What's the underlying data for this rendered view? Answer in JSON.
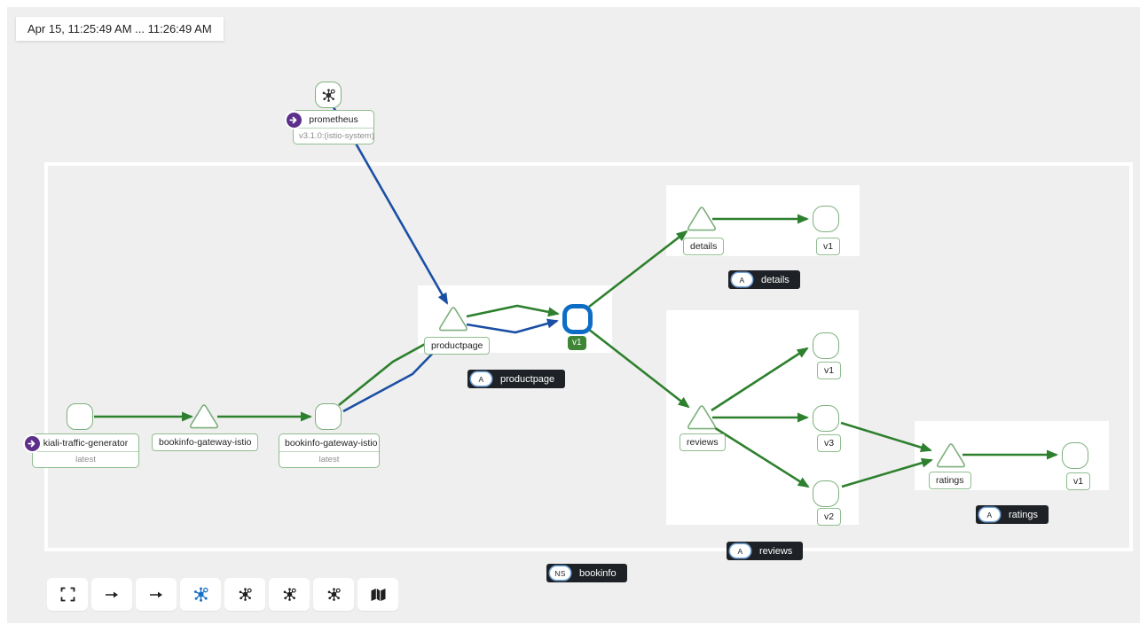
{
  "time_range_label": "Apr 15, 11:25:49 AM ... 11:26:49 AM",
  "namespace_badge": {
    "abbr": "NS",
    "label": "bookinfo"
  },
  "nodes": {
    "prometheus": {
      "name": "prometheus",
      "version": "v3.1.0:(istio-system)"
    },
    "kiali_traffic_generator": {
      "name": "kiali-traffic-generator",
      "version": "latest"
    },
    "gateway_service": {
      "name": "bookinfo-gateway-istio"
    },
    "gateway_workload": {
      "name": "bookinfo-gateway-istio",
      "version": "latest"
    },
    "productpage": {
      "name": "productpage",
      "version": "v1"
    },
    "details": {
      "name": "details",
      "version": "v1"
    },
    "reviews": {
      "name": "reviews",
      "version_v1": "v1",
      "version_v3": "v3",
      "version_v2": "v2"
    },
    "ratings": {
      "name": "ratings",
      "version": "v1"
    }
  },
  "app_badges": {
    "productpage": {
      "abbr": "A",
      "label": "productpage"
    },
    "details": {
      "abbr": "A",
      "label": "details"
    },
    "reviews": {
      "abbr": "A",
      "label": "reviews"
    },
    "ratings": {
      "abbr": "A",
      "label": "ratings"
    }
  },
  "selected_node": "productpage v1",
  "edges": [
    {
      "from": "kiali-traffic-generator",
      "to": "bookinfo-gateway-istio",
      "color": "green"
    },
    {
      "from": "bookinfo-gateway-istio",
      "to": "bookinfo-gateway-istio latest",
      "color": "green"
    },
    {
      "from": "bookinfo-gateway-istio latest",
      "to": "productpage",
      "color": "green"
    },
    {
      "from": "bookinfo-gateway-istio latest",
      "to": "productpage",
      "color": "blue"
    },
    {
      "from": "prometheus",
      "to": "productpage",
      "color": "blue"
    },
    {
      "from": "productpage",
      "to": "productpage v1",
      "color": "green"
    },
    {
      "from": "productpage",
      "to": "productpage v1",
      "color": "blue"
    },
    {
      "from": "productpage v1",
      "to": "details",
      "color": "green"
    },
    {
      "from": "productpage v1",
      "to": "reviews",
      "color": "green"
    },
    {
      "from": "details",
      "to": "details v1",
      "color": "green"
    },
    {
      "from": "reviews",
      "to": "reviews v1",
      "color": "green"
    },
    {
      "from": "reviews",
      "to": "reviews v3",
      "color": "green"
    },
    {
      "from": "reviews",
      "to": "reviews v2",
      "color": "green"
    },
    {
      "from": "reviews v3",
      "to": "ratings",
      "color": "green"
    },
    {
      "from": "reviews v2",
      "to": "ratings",
      "color": "green"
    },
    {
      "from": "ratings",
      "to": "ratings v1",
      "color": "green"
    }
  ],
  "toolbar_icons": [
    "expand",
    "arrow-right",
    "arrow-right",
    "graph (active)",
    "graph",
    "graph",
    "graph",
    "map"
  ],
  "colors": {
    "background": "#efefef",
    "edge_green": "#2d802d",
    "edge_blue": "#1b4fa3",
    "selected_blue": "#0d6dc4",
    "version_badge_green": "#3e8635",
    "node_border_green": "#7db07d",
    "root_badge_purple": "#5c2f8a",
    "dark_badge_bg": "#1e2125"
  }
}
